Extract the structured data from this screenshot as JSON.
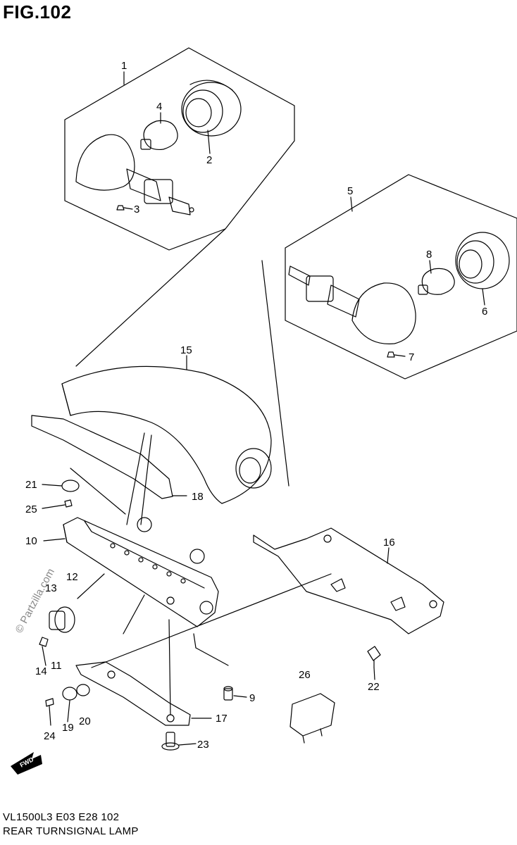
{
  "figure": {
    "title": "FIG.102",
    "footer_line1": "VL1500L3  E03  E28  102",
    "footer_line2": "REAR TURNSIGNAL LAMP"
  },
  "watermark": "© Partzilla.com",
  "fwd_label": "FWD",
  "callouts": {
    "p1": "1",
    "p2": "2",
    "p3": "3",
    "p4": "4",
    "p5": "5",
    "p6": "6",
    "p7": "7",
    "p8": "8",
    "p9": "9",
    "p10": "10",
    "p11": "11",
    "p12": "12",
    "p13": "13",
    "p14": "14",
    "p15": "15",
    "p16": "16",
    "p17": "17",
    "p18": "18",
    "p19": "19",
    "p20": "20",
    "p21": "21",
    "p22": "22",
    "p23": "23",
    "p24": "24",
    "p25": "25",
    "p26": "26"
  }
}
